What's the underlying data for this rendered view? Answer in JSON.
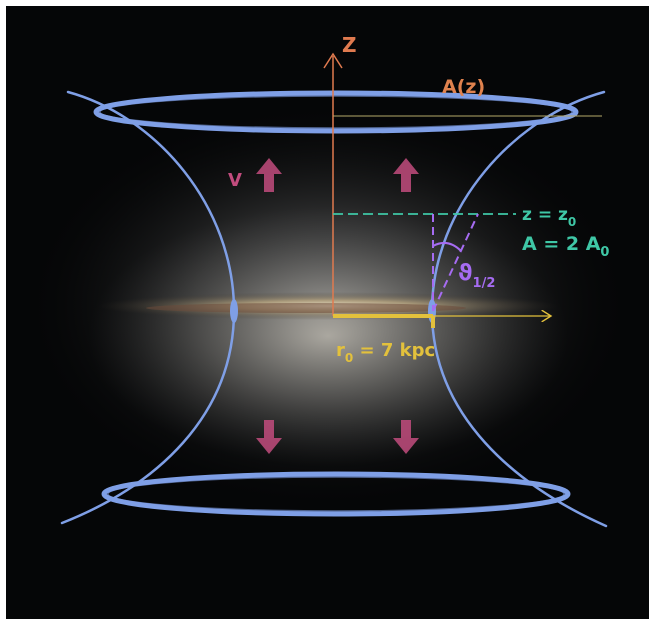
{
  "labels": {
    "z_axis": "Z",
    "area": "A(z)",
    "velocity": "V",
    "z_eq": "z = z",
    "z_eq_sub": "0",
    "a_eq": "A = 2 A",
    "a_eq_sub": "0",
    "theta": "ϑ",
    "theta_sub": "1/2",
    "r0": "r",
    "r0_sub": "0",
    "r0_val": " = 7 kpc"
  },
  "colors": {
    "background": "#050607",
    "axis": "#e07a4f",
    "area_label": "#e0824e",
    "funnel": "#7f9fe6",
    "velocity": "#c24c7e",
    "z0_teal": "#3fc7a6",
    "theta": "#a66cf2",
    "r0_yellow": "#e3c13c",
    "galaxy_band": "#d8c9a6"
  },
  "icons": {
    "velocity_arrows": "arrow-icon"
  }
}
